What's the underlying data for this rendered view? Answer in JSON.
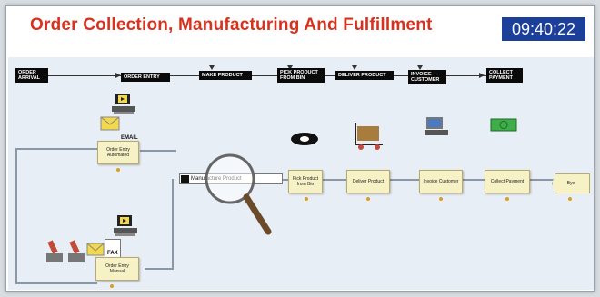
{
  "header": {
    "title": "Order Collection, Manufacturing And Fulfillment",
    "clock": "09:40:22"
  },
  "stages": [
    {
      "label": "ORDER ARRIVAL"
    },
    {
      "label": "ORDER ENTRY"
    },
    {
      "label": "MAKE PRODUCT"
    },
    {
      "label": "PICK PRODUCT FROM BIN"
    },
    {
      "label": "DELIVER PRODUCT"
    },
    {
      "label": "INVOICE CUSTOMER"
    },
    {
      "label": "COLLECT PAYMENT"
    }
  ],
  "processes": {
    "order_entry_automated": "Order Entry Automated",
    "order_entry_manual": "Order Entry Manual",
    "manufacture_product": "Manufacture Product",
    "pick_product": "Pick Product from Bin",
    "deliver_product": "Deliver Product",
    "invoice_customer": "Invoice Customer",
    "collect_payment": "Collect Payment",
    "bye": "Bye"
  },
  "icons": {
    "email_label": "EMAIL",
    "fax_label": "FAX"
  },
  "colors": {
    "title": "#d8321e",
    "clock_bg": "#1c3f9a",
    "process_fill": "#f7f1c6",
    "stage_bg": "#0a0a0a"
  }
}
